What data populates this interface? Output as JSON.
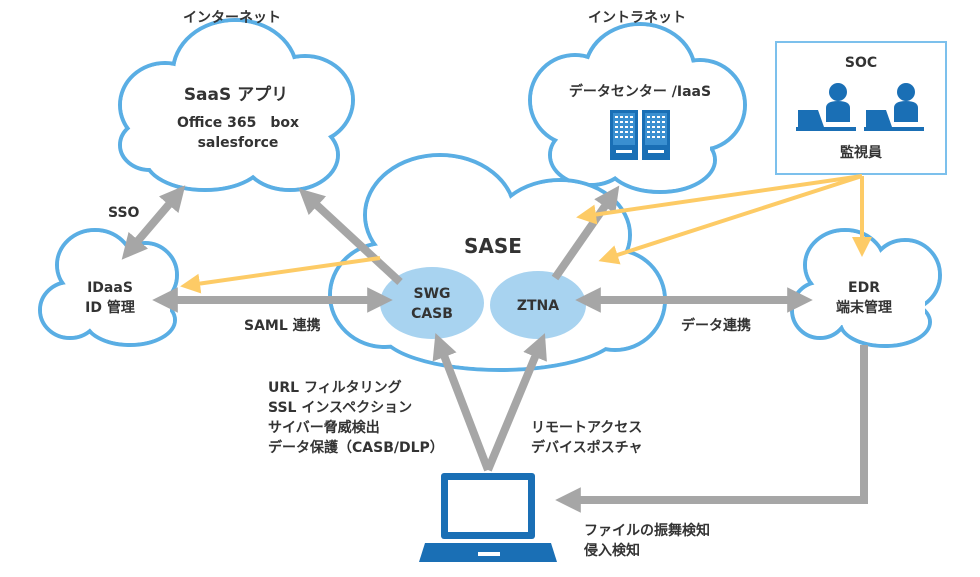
{
  "headings": {
    "internet": "インターネット",
    "intranet": "イントラネット"
  },
  "saas": {
    "title": "SaaS アプリ",
    "line1": "Office 365　box",
    "line2": "salesforce"
  },
  "datacenter": {
    "title": "データセンター /IaaS"
  },
  "soc": {
    "title": "SOC",
    "staff": "監視員"
  },
  "idaas": {
    "line1": "IDaaS",
    "line2": "ID 管理"
  },
  "sase": {
    "title": "SASE",
    "swg_line1": "SWG",
    "swg_line2": "CASB",
    "ztna": "ZTNA"
  },
  "edr": {
    "line1": "EDR",
    "line2": "端末管理"
  },
  "labels": {
    "sso": "SSO",
    "saml": "SAML 連携",
    "data_link": "データ連携",
    "swg_features": [
      "URL フィルタリング",
      "SSL インスペクション",
      "サイバー脅威検出",
      "データ保護（CASB/DLP）"
    ],
    "ztna_features": [
      "リモートアクセス",
      "デバイスポスチャ"
    ],
    "edr_features": [
      "ファイルの振舞検知",
      "侵入検知"
    ]
  },
  "colors": {
    "cloud_outline": "#5aaee4",
    "inner_bubble": "#a8d3f0",
    "gray_arrow": "#a6a6a6",
    "yellow_arrow": "#fdcb66",
    "icon_blue": "#1a6fb5"
  }
}
